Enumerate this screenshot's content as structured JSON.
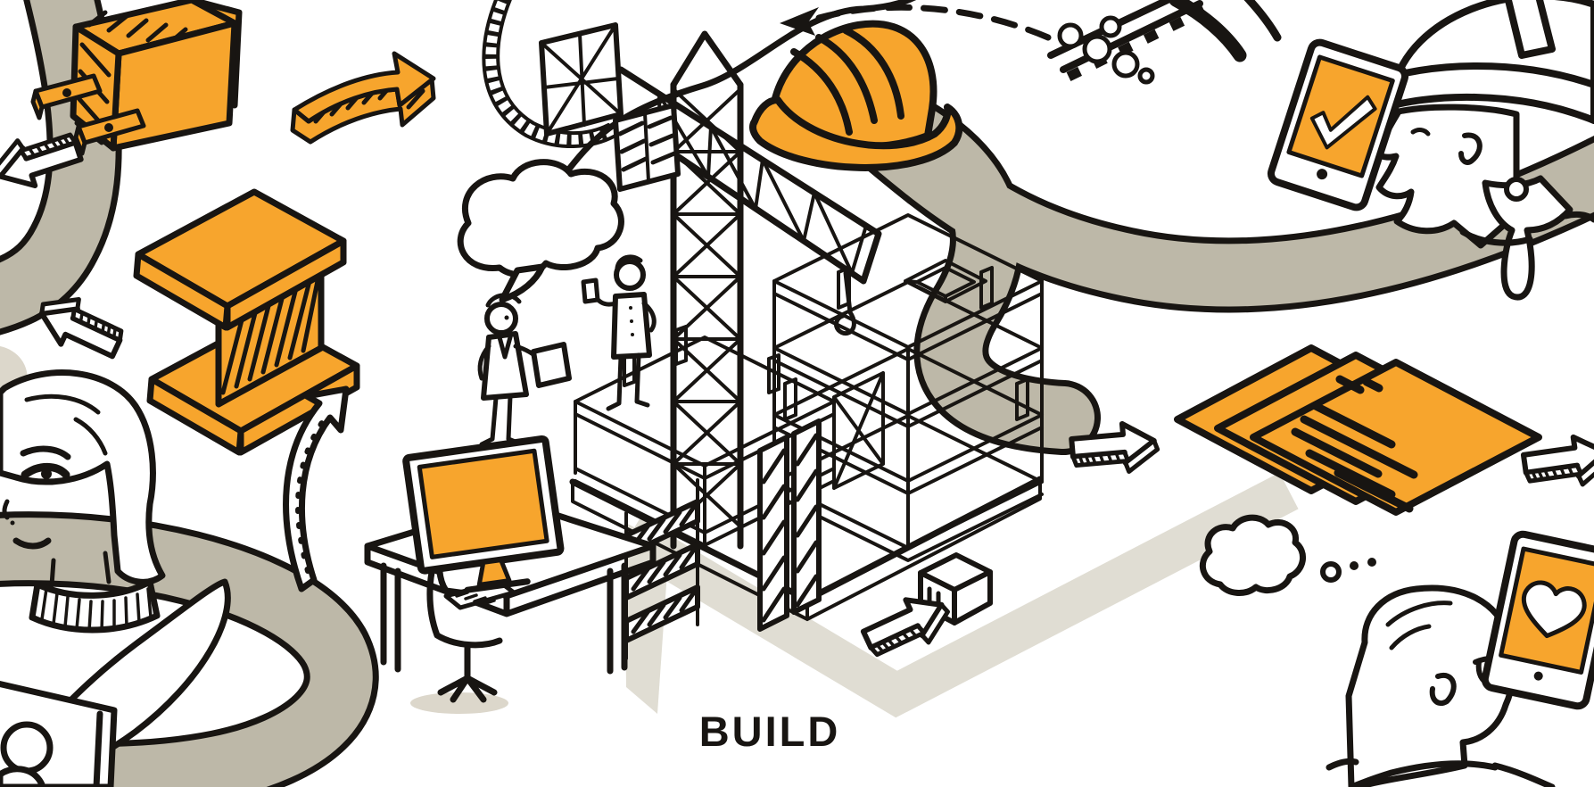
{
  "scene": {
    "stage_label": "BUILD",
    "style": "hand-drawn isometric doodle illustration",
    "subject": "construction stage: tower crane erecting a building frame beside a winding road with workers, devices and documents"
  },
  "colors": {
    "accent_orange": "#F7A52D",
    "road_gray": "#BDB8A8",
    "platform_gray": "#E0DDD3",
    "shadow_gray": "#DCD7CB",
    "ink_black": "#181512",
    "background": "#FFFFFF"
  },
  "icons": [
    "winding-road",
    "electric-plug-icon",
    "steel-i-beam-icon",
    "orange-curved-arrow-icon",
    "ladder-curve-icon",
    "tower-crane-icon",
    "building-frame-icon",
    "platform-chevron",
    "hard-hat-icon",
    "gravel-and-rail-icon",
    "cloud-outline",
    "dashed-arrow-icon",
    "speech-bubble-icon",
    "woman-with-clipboard",
    "man-with-phone",
    "desk-workstation",
    "monitor-icon",
    "curved-up-arrow-icon",
    "arrow-down-left-icon",
    "arrow-up-left-icon",
    "arrow-right-icon",
    "arrow-right-edge-icon",
    "arrow-up-right-icon",
    "woman-avatar",
    "thought-cloud-gray",
    "desk-corner",
    "engineer-avatar",
    "tablet-checkmark-icon",
    "documents-stack-icon",
    "thought-bubble-icon",
    "man-glasses-avatar",
    "tablet-heart-icon"
  ]
}
